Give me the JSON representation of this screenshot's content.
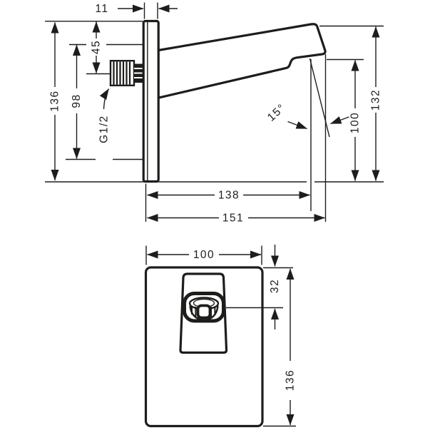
{
  "colors": {
    "ink": "#1d1d1b",
    "paper": "#ffffff"
  },
  "side_view": {
    "dims": {
      "thickness": "11",
      "height": "136",
      "inlet_from_bottom": "98",
      "inlet_from_top": "45",
      "thread": "G1/2",
      "angle": "15°",
      "depth_outlet": "138",
      "depth_total": "151",
      "outlet_height": "100",
      "total_height": "132"
    }
  },
  "front_view": {
    "dims": {
      "width": "100",
      "outlet_from_top": "32",
      "height": "136"
    }
  }
}
